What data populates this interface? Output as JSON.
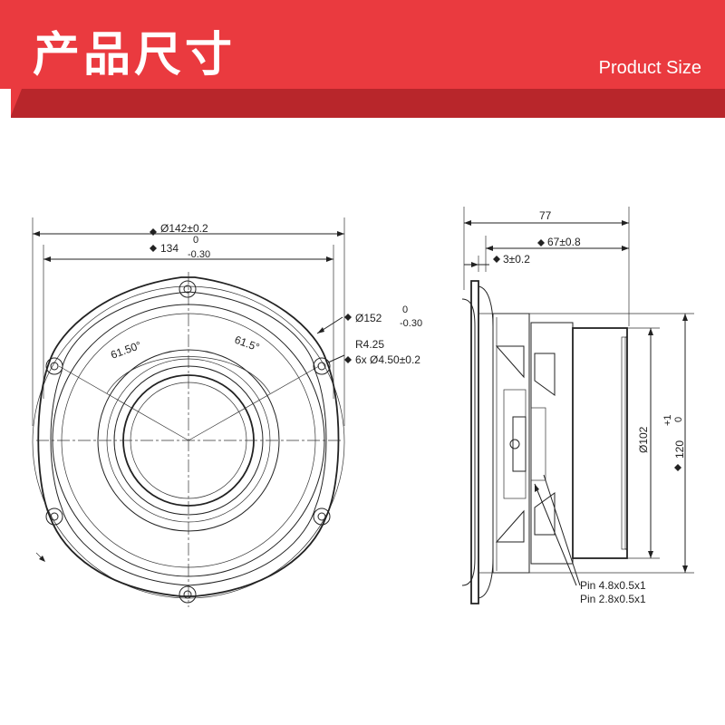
{
  "banner": {
    "title": "产品尺寸",
    "subtitle": "Product Size",
    "color": "#ea3a3f",
    "shadow_color": "#b8262b"
  },
  "front_view": {
    "dim_outer": "Ø142±0.2",
    "dim_inner_base": "134",
    "dim_inner_tol_upper": "0",
    "dim_inner_tol_lower": "-0.30",
    "dim_mount_base": "Ø152",
    "dim_mount_tol_upper": "0",
    "dim_mount_tol_lower": "-0.30",
    "radius": "R4.25",
    "holes": "6x Ø4.50±0.2",
    "angle_left": "61.50°",
    "angle_right": "61.5°"
  },
  "side_view": {
    "dim_depth": "77",
    "dim_magnet": "67±0.8",
    "dim_flange": "3±0.2",
    "dim_magnet_dia": "Ø102",
    "dim_overall_base": "120",
    "dim_overall_tol_upper": "+1",
    "dim_overall_tol_lower": "0",
    "pin_1": "Pin 4.8x0.5x1",
    "pin_2": "Pin 2.8x0.5x1"
  }
}
